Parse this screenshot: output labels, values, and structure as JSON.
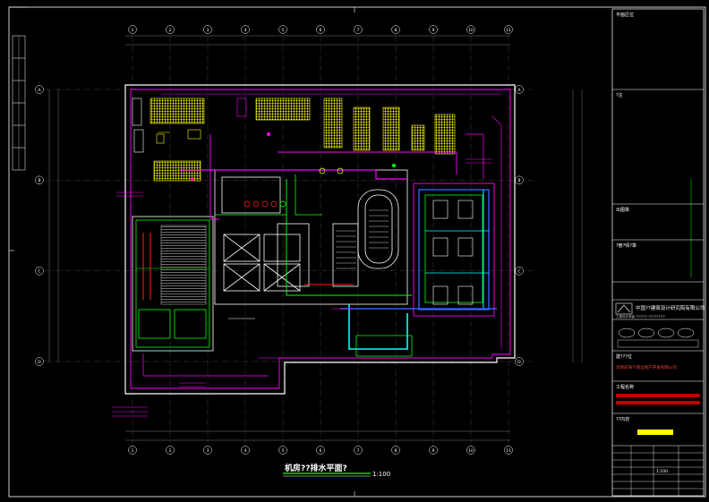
{
  "drawing": {
    "title": "机房??排水平面?",
    "scale": "1:100",
    "grid_labels_top": [
      "1",
      "2",
      "3",
      "4",
      "5",
      "6",
      "7",
      "8",
      "9",
      "10",
      "11"
    ],
    "grid_labels_side": [
      "A",
      "B",
      "C",
      "D"
    ]
  },
  "title_block": {
    "header_label": "平面区位",
    "note_label": "?注",
    "stamp_label": "出图章",
    "reg_label": "?册?师?章",
    "company": "中国??建筑设计研究院有限公司",
    "company_sub": "工程设计甲级 ??????? ??????????",
    "project_label": "建???位",
    "project_value": "深圳前海??商业地产开发有限公司",
    "project_name_label": "工程名称",
    "drawing_title_label": "??内容",
    "scale_value": "1:100"
  },
  "colors": {
    "background": "#000000",
    "frame": "#ffffff",
    "wall": "#ffffff",
    "pipe_magenta": "#ff00ff",
    "pipe_green": "#00ff00",
    "pipe_cyan": "#00ffff",
    "pipe_blue": "#3060ff",
    "equipment_yellow": "#ffff00",
    "tag_red": "#ff2020",
    "highlight_red": "#c00000",
    "highlight_yellow": "#ffff00"
  }
}
